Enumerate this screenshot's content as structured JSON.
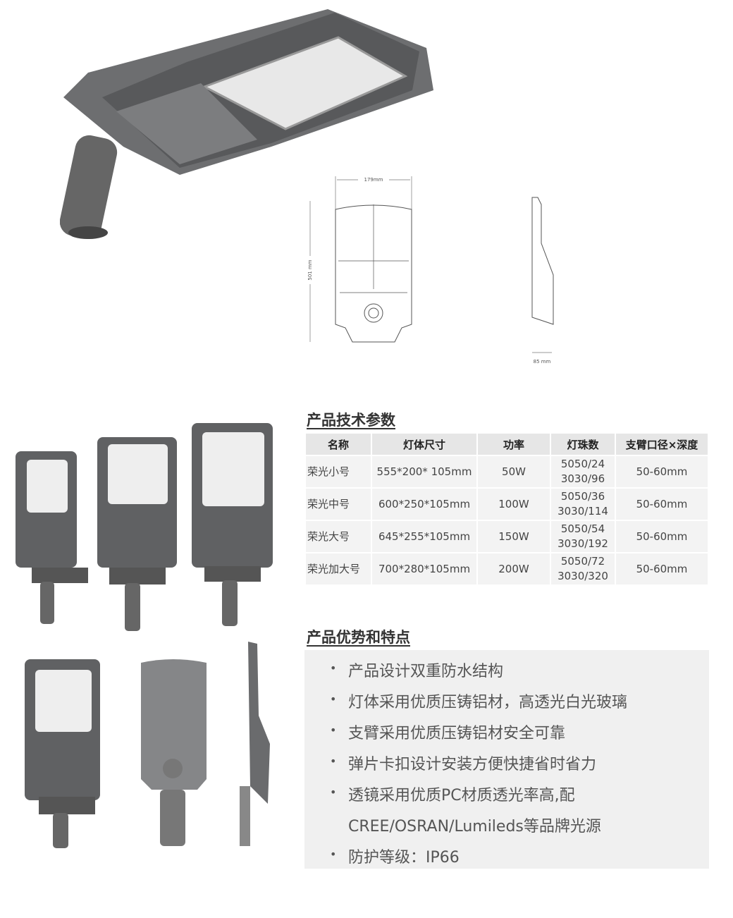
{
  "drawing": {
    "width_label": "179mm",
    "height_label": "501 mm",
    "depth_label": "85 mm"
  },
  "specs": {
    "title": "产品技术参数",
    "headers": [
      "名称",
      "灯体尺寸",
      "功率",
      "灯珠数",
      "支臂口径×深度"
    ],
    "rows": [
      {
        "name": "荣光小号",
        "size": "555*200* 105mm",
        "power": "50W",
        "led1": "5050/24",
        "led2": "3030/96",
        "arm": "50-60mm"
      },
      {
        "name": "荣光中号",
        "size": "600*250*105mm",
        "power": "100W",
        "led1": "5050/36",
        "led2": "3030/114",
        "arm": "50-60mm"
      },
      {
        "name": "荣光大号",
        "size": "645*255*105mm",
        "power": "150W",
        "led1": "5050/54",
        "led2": "3030/192",
        "arm": "50-60mm"
      },
      {
        "name": "荣光加大号",
        "size": "700*280*105mm",
        "power": "200W",
        "led1": "5050/72",
        "led2": "3030/320",
        "arm": "50-60mm"
      }
    ]
  },
  "features": {
    "title": "产品优势和特点",
    "bullet": "•",
    "items": [
      "产品设计双重防水结构",
      "灯体采用优质压铸铝材，高透光白光玻璃",
      "支臂采用优质压铸铝材安全可靠",
      "弹片卡扣设计安装方便快捷省时省力",
      "透镜采用优质PC材质透光率高,配",
      "CREE/OSRAN/Lumileds等品牌光源",
      "防护等级：IP66"
    ]
  }
}
